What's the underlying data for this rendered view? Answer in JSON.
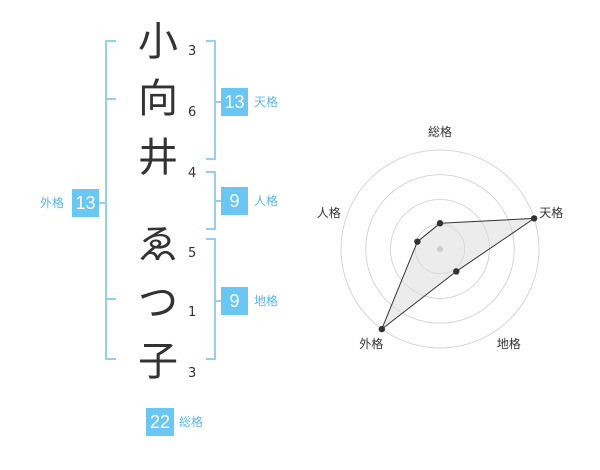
{
  "name": {
    "chars": [
      {
        "char": "小",
        "strokes": "3"
      },
      {
        "char": "向",
        "strokes": "6"
      },
      {
        "char": "井",
        "strokes": "4"
      },
      {
        "char": "ゑ",
        "strokes": "5"
      },
      {
        "char": "つ",
        "strokes": "1"
      },
      {
        "char": "子",
        "strokes": "3"
      }
    ]
  },
  "grades": {
    "tenkaku": {
      "value": "13",
      "label": "天格"
    },
    "jinkaku": {
      "value": "9",
      "label": "人格"
    },
    "chikaku": {
      "value": "9",
      "label": "地格"
    },
    "gaikaku": {
      "value": "13",
      "label": "外格"
    },
    "soukaku": {
      "value": "22",
      "label": "総格"
    }
  },
  "colors": {
    "accent": "#6ac6f3",
    "bracket": "#93d1f2",
    "text": "#333333",
    "grid": "#cccccc"
  },
  "chart_data": {
    "type": "radar",
    "axes": [
      "総格",
      "天格",
      "地格",
      "外格",
      "人格"
    ],
    "values": [
      1.3,
      5,
      1.4,
      5,
      1.2
    ],
    "range": [
      0,
      5
    ],
    "rings": 4
  }
}
